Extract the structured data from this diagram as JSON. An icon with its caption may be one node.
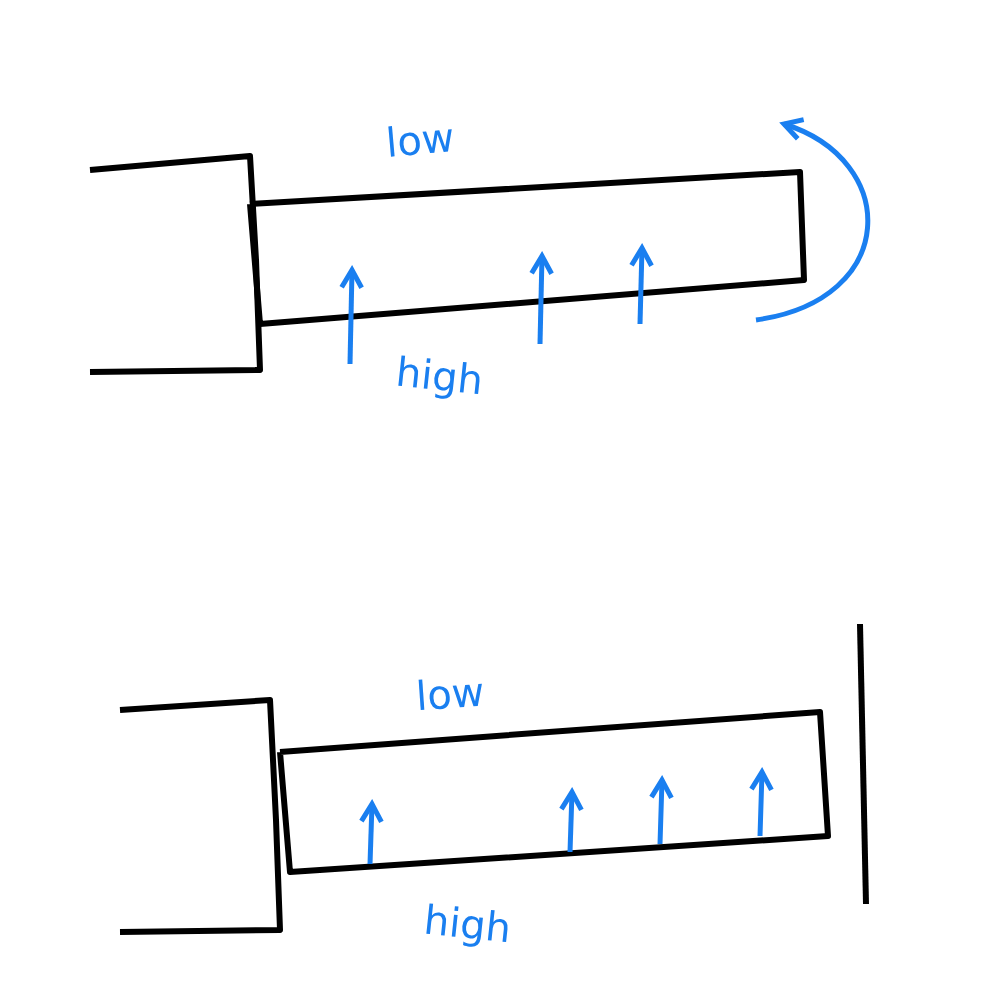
{
  "diagram": {
    "labels": [
      "low",
      "high",
      "low",
      "high"
    ]
  }
}
